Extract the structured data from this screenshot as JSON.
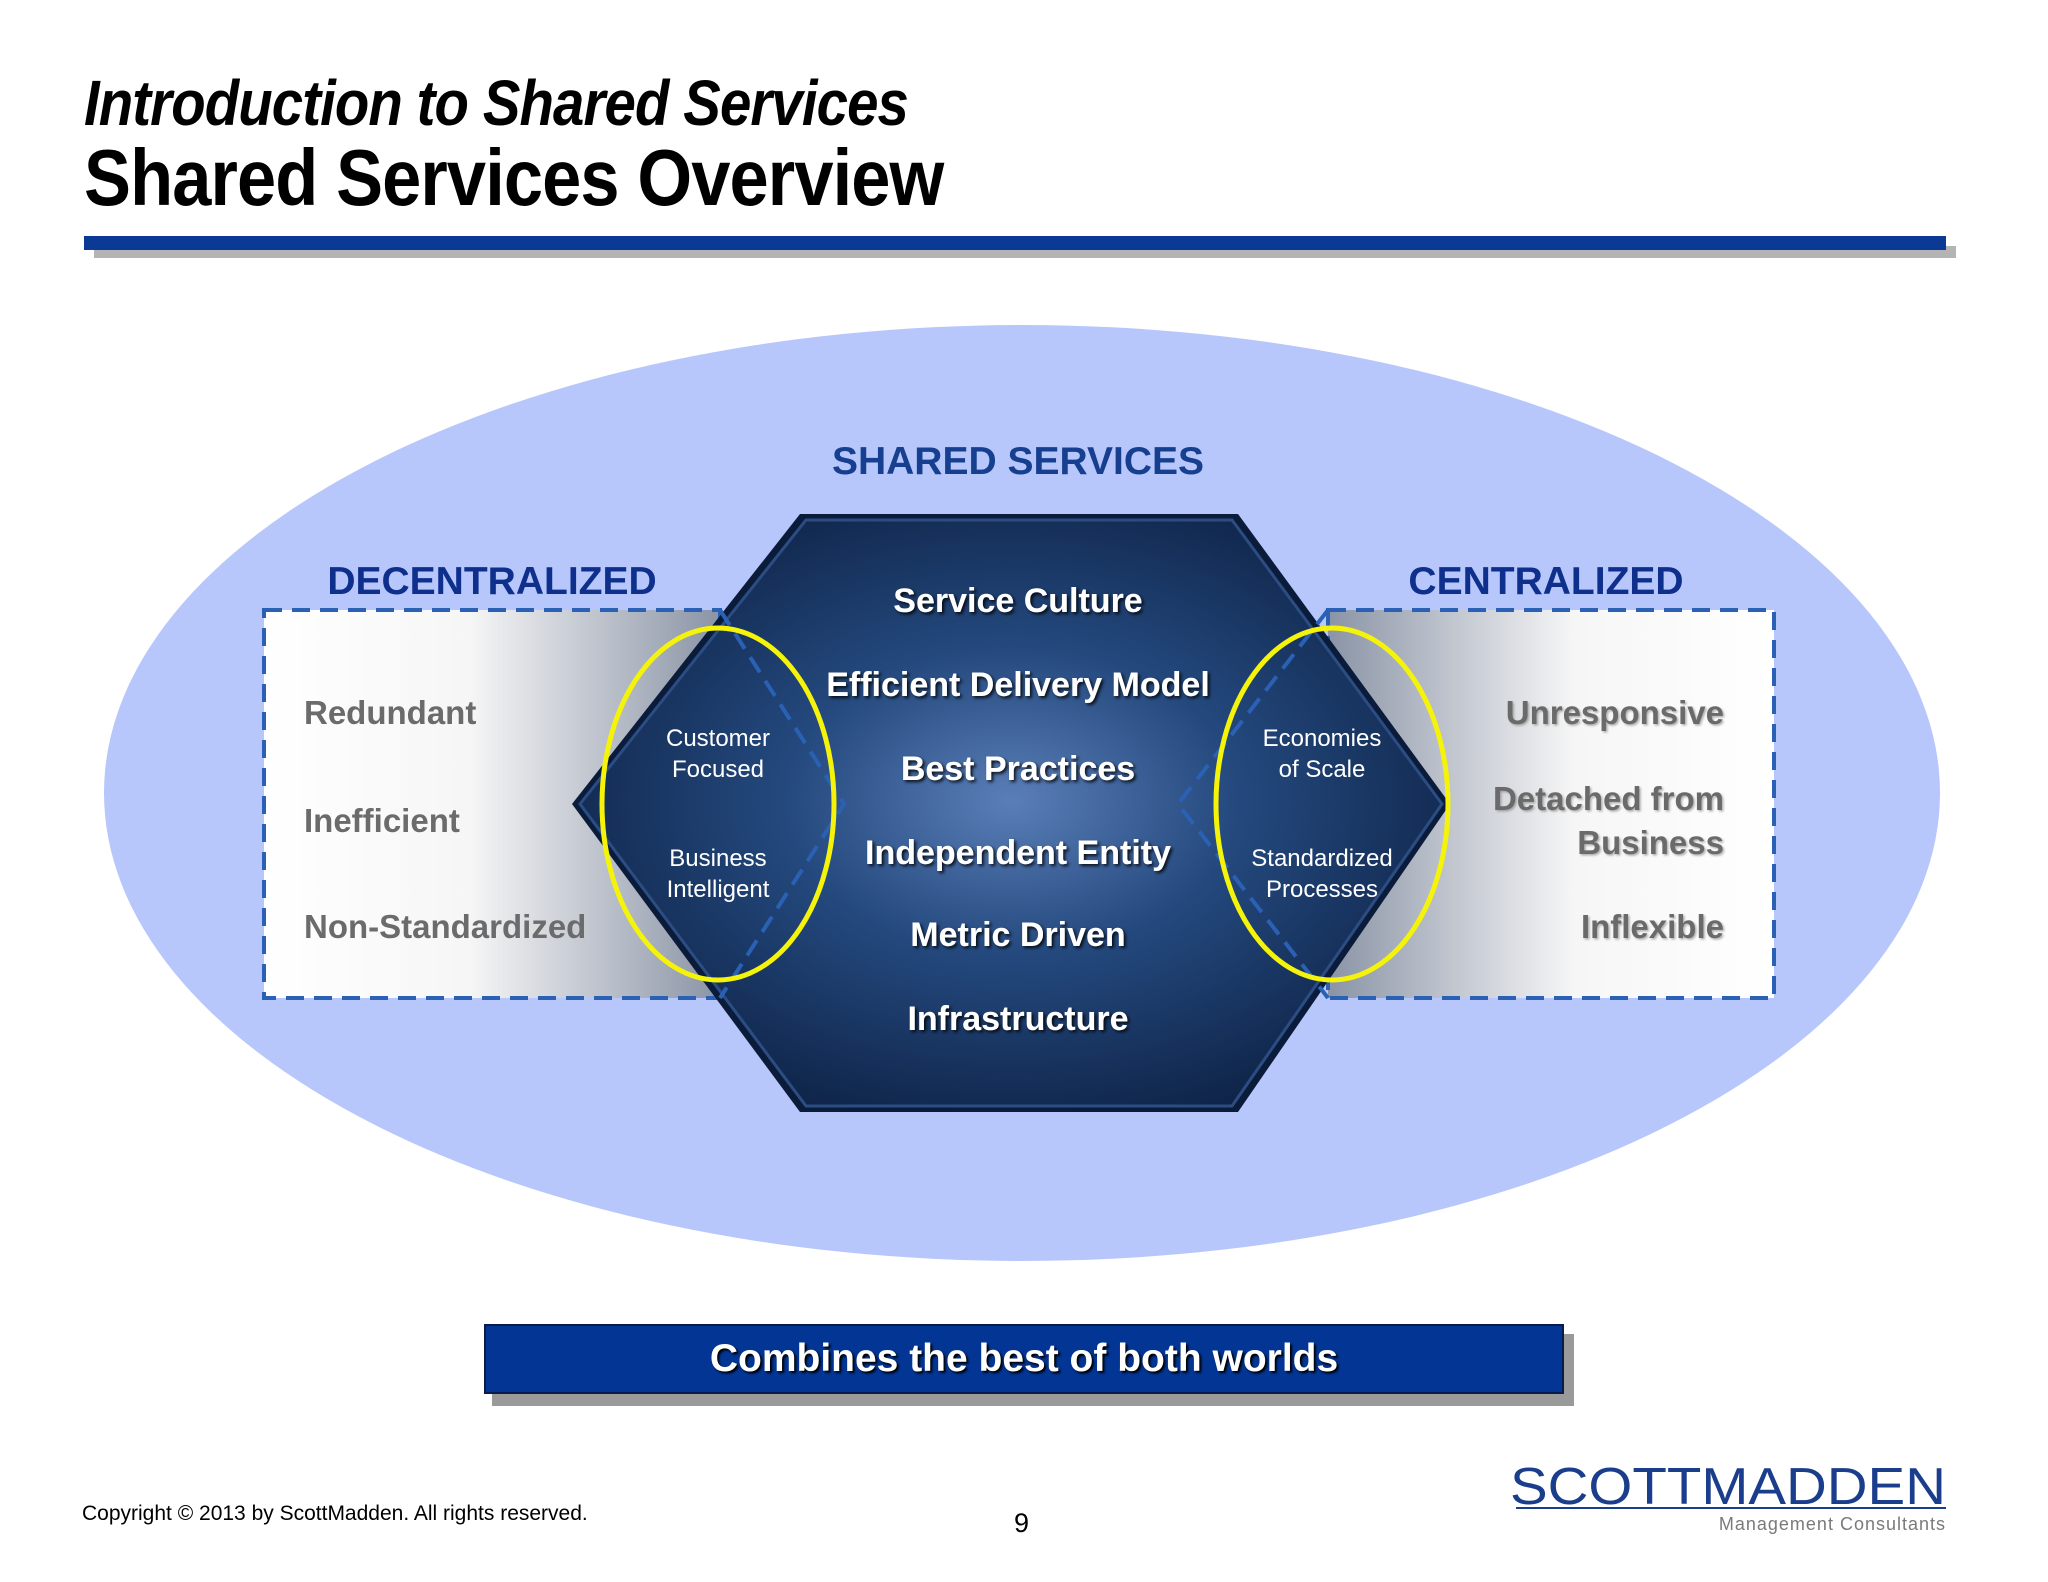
{
  "header": {
    "kicker": "Introduction to Shared Services",
    "title": "Shared Services Overview"
  },
  "diagram": {
    "shared_label": "SHARED SERVICES",
    "decentralized_label": "DECENTRALIZED",
    "centralized_label": "CENTRALIZED",
    "decentralized_traits": [
      "Redundant",
      "Inefficient",
      "Non-Standardized"
    ],
    "centralized_traits": [
      "Unresponsive",
      "Detached from",
      "Business",
      "Inflexible"
    ],
    "core_items": [
      "Service Culture",
      "Efficient Delivery Model",
      "Best Practices",
      "Independent Entity",
      "Metric Driven",
      "Infrastructure"
    ],
    "left_overlap": [
      "Customer",
      "Focused",
      "Business",
      "Intelligent"
    ],
    "right_overlap": [
      "Economies",
      "of Scale",
      "Standardized",
      "Processes"
    ]
  },
  "banner": "Combines the best of both worlds",
  "footer": {
    "copyright": "Copyright © 2013 by ScottMadden. All rights reserved.",
    "page_number": "9",
    "logo_primary": "SCOTTMADDEN",
    "logo_secondary": "Management Consultants"
  },
  "colors": {
    "rule": "#0a3a96",
    "ellipse": "#b8c7fb",
    "heading": "#173f8f",
    "core": "#14315f",
    "highlight_ring": "#f6f30a",
    "banner": "#033595"
  }
}
